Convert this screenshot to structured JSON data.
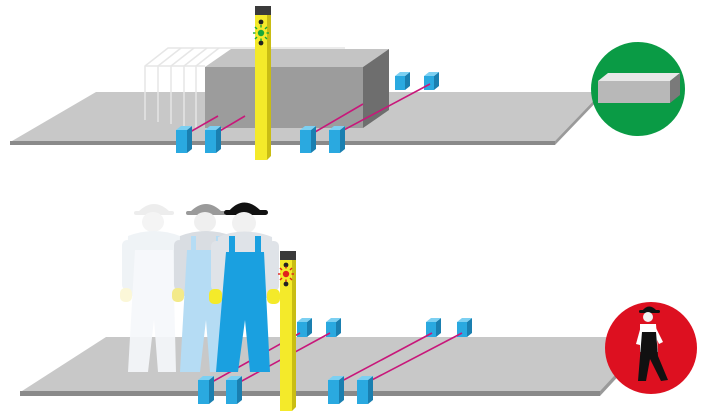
{
  "scenes": [
    {
      "id": "box-passes",
      "object": "box",
      "light_curtain_status": "green",
      "result": "allowed",
      "badge_color": "#0a9b45",
      "badge_icon": "box-icon"
    },
    {
      "id": "worker-passes",
      "object": "person",
      "light_curtain_status": "red",
      "result": "stopped",
      "badge_color": "#dd1020",
      "badge_icon": "walking-person-icon"
    }
  ],
  "colors": {
    "floor": "#c8c8c8",
    "floor_edge": "#8a8a8a",
    "sensor": "#2aa9e0",
    "beam": "#c8177a",
    "column": "#f4ea2a",
    "indicator_green": "#19a83a",
    "indicator_red": "#e0231c",
    "box": "#9c9c9c"
  }
}
